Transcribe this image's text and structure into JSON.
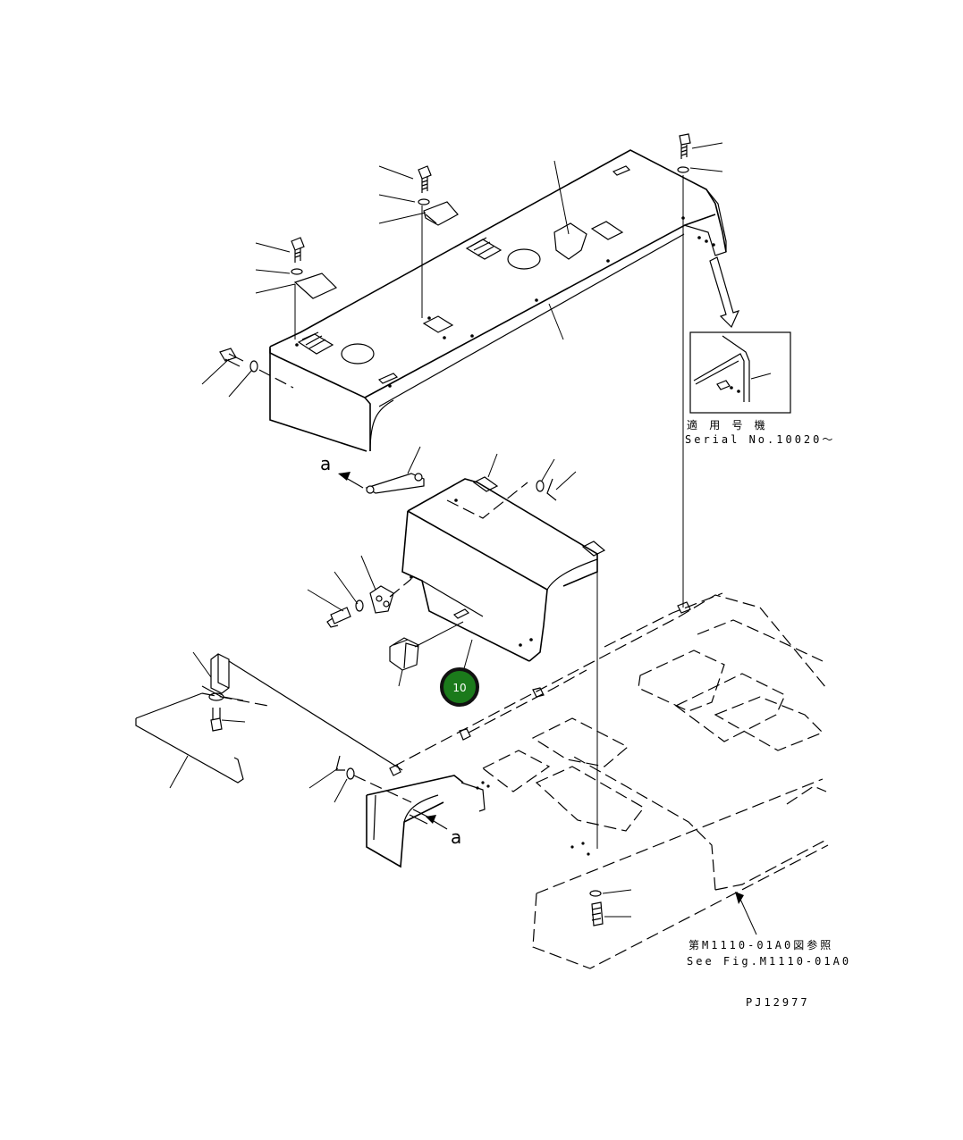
{
  "drawing": {
    "figure_code": "PJ12977",
    "applicable_jp": "適 用 号 機",
    "serial": "Serial No.10020～",
    "ref_jp": "第M1110-01A0図参照",
    "ref_en": "See Fig.M1110-01A0",
    "view_marker_top": "a",
    "view_marker_bottom": "a"
  },
  "callout": {
    "number": "10",
    "color": "#1b7a1b",
    "border": "#111111"
  }
}
